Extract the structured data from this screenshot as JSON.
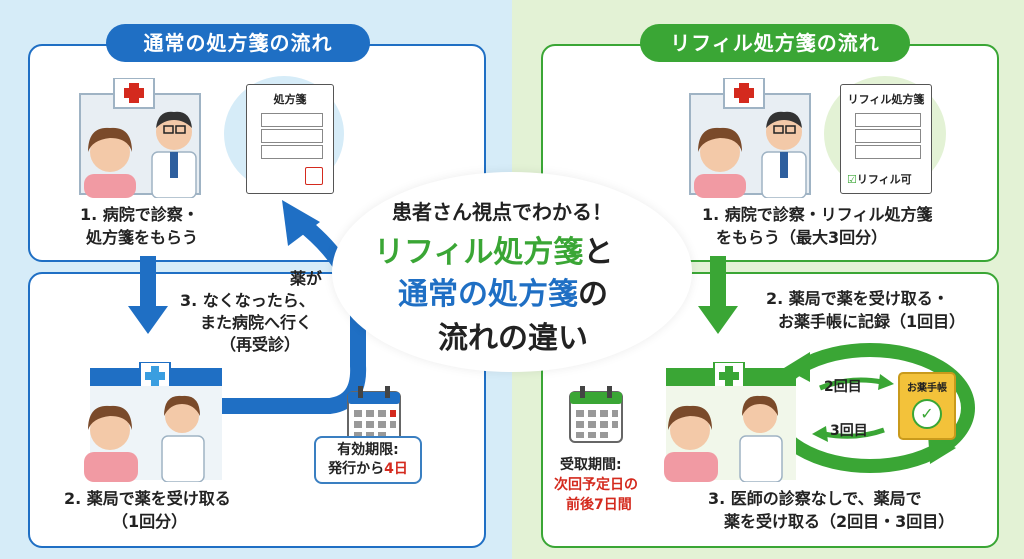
{
  "colors": {
    "blue": "#1f6fc4",
    "green": "#3aa635",
    "red": "#d42a1e",
    "left_bg": "#d6ecf8",
    "right_bg": "#e3f2d5"
  },
  "left": {
    "title": "通常の処方箋の流れ",
    "doc_title": "処方箋",
    "step1": [
      "1. 病院で診察・",
      "処方箋をもらう"
    ],
    "step2": [
      "2. 薬局で薬を受け取る",
      "（1回分）"
    ],
    "step3": [
      "薬が",
      "3. なくなったら、",
      "また病院へ行く",
      "（再受診）"
    ],
    "validity_label": "有効期限:",
    "validity_prefix": "発行から",
    "validity_days": "4日"
  },
  "center": {
    "line1": "患者さん視点でわかる！",
    "line2a": "リフィル処方箋",
    "line2b": "と",
    "line3a": "通常の処方箋",
    "line3b": "の",
    "line4": "流れの違い"
  },
  "right": {
    "title": "リフィル処方箋の流れ",
    "doc_title": "リフィル処方箋",
    "doc_check": "リフィル可",
    "step1": [
      "1. 病院で診察・リフィル処方箋",
      "をもらう（最大3回分）"
    ],
    "step2": [
      "2. 薬局で薬を受け取る・",
      "お薬手帳に記録（1回目）"
    ],
    "cycle_2": "2回目",
    "cycle_3": "3回目",
    "notebook": "お薬手帳",
    "receipt_label": "受取期間:",
    "receipt_value": [
      "次回予定日の",
      "前後7日間"
    ],
    "step3": [
      "3. 医師の診察なしで、薬局で",
      "薬を受け取る（2回目・3回目）"
    ]
  }
}
